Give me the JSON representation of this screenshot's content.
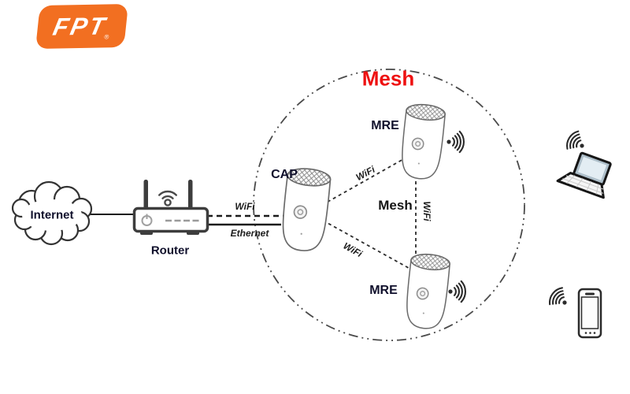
{
  "logo": {
    "text": "FPT",
    "registered_mark": "®",
    "bg_color": "#F26F21"
  },
  "nodes": {
    "internet": "Internet",
    "router": "Router",
    "cap": "CAP",
    "mre_top": "MRE",
    "mre_bottom": "MRE"
  },
  "mesh": {
    "title": "Mesh",
    "title_color": "#EE1111",
    "center_label": "Mesh"
  },
  "links": {
    "router_wifi": "WiFi",
    "router_ethernet": "Ethernet",
    "cap_mre_top_wifi": "WiFi",
    "cap_mre_bottom_wifi": "WiFi",
    "mre_mre_wifi": "WiFi"
  },
  "icons": {
    "cloud": "internet-cloud-icon",
    "router": "router-icon",
    "router_wifi": "wifi-waves-icon",
    "tower": "mesh-extender-device-icon",
    "broadcast": "radio-signal-icon",
    "laptop": "laptop-icon",
    "phone": "smartphone-icon"
  },
  "colors": {
    "line": "#2f2f2f",
    "device_stroke": "#6a6a6a",
    "mesh_boundary": "#4a4a4a",
    "label": "#10102c"
  }
}
